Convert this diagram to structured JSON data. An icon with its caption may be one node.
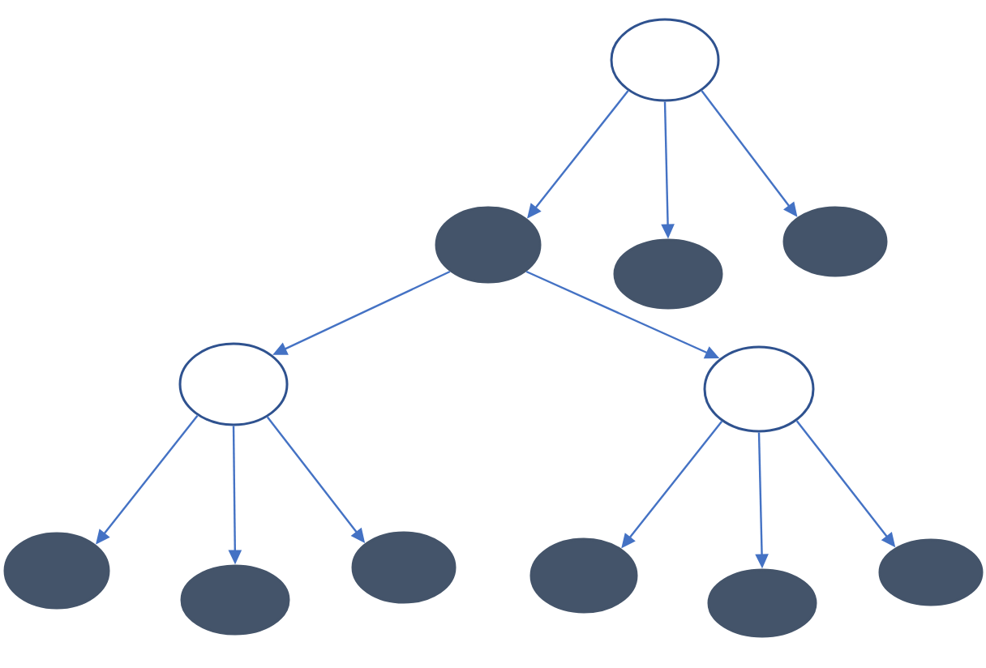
{
  "diagram": {
    "nodes": [
      {
        "text": [],
        "shape": "ellipse"
      },
      {
        "text": [],
        "shape": "ellipse"
      },
      {
        "text": [],
        "shape": "ellipse"
      },
      {
        "text": [],
        "shape": "ellipse"
      },
      {
        "text": [],
        "shape": "ellipse"
      },
      {
        "text": [],
        "shape": "ellipse"
      },
      {
        "text": [],
        "shape": "ellipse"
      },
      {
        "text": [],
        "shape": "ellipse"
      },
      {
        "text": [],
        "shape": "ellipse"
      },
      {
        "text": [],
        "shape": "ellipse"
      },
      {
        "text": [],
        "shape": "ellipse"
      },
      {
        "text": [],
        "shape": "ellipse"
      }
    ],
    "edges": [
      {
        "from": 0,
        "to": 1,
        "arrow": "to"
      },
      {
        "from": 0,
        "to": 2,
        "arrow": "to"
      },
      {
        "from": 0,
        "to": 3,
        "arrow": "to"
      },
      {
        "from": 1,
        "to": 4,
        "arrow": "to"
      },
      {
        "from": 1,
        "to": 5,
        "arrow": "to"
      },
      {
        "from": 4,
        "to": 6,
        "arrow": "to"
      },
      {
        "from": 4,
        "to": 7,
        "arrow": "to"
      },
      {
        "from": 4,
        "to": 8,
        "arrow": "to"
      },
      {
        "from": 5,
        "to": 9,
        "arrow": "to"
      },
      {
        "from": 5,
        "to": 10,
        "arrow": "to"
      },
      {
        "from": 5,
        "to": 11,
        "arrow": "to"
      }
    ]
  }
}
